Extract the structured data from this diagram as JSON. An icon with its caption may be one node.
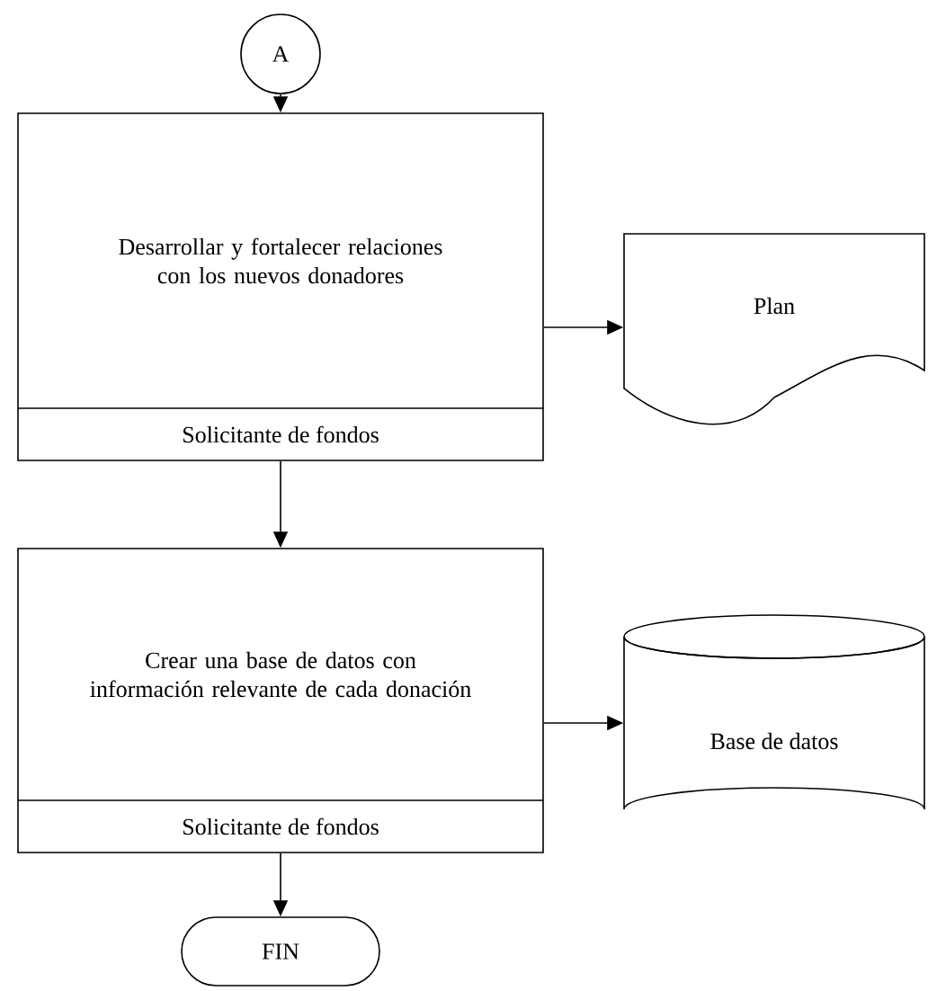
{
  "diagram": {
    "nodes": [
      {
        "text": [
          "A"
        ]
      },
      {
        "text": [
          "Desarrollar y fortalecer relaciones con los nuevos donadores",
          "Solicitante de fondos"
        ]
      },
      {
        "text": [
          "Plan"
        ]
      },
      {
        "text": [
          "Crear una base de datos con información relevante de cada donación",
          "Solicitante de fondos"
        ]
      },
      {
        "text": [
          "Base de datos"
        ]
      },
      {
        "text": [
          "FIN"
        ]
      }
    ],
    "edges": [
      {
        "from": 0,
        "to": 1,
        "arrow": "to"
      },
      {
        "from": 1,
        "to": 2,
        "arrow": "to"
      },
      {
        "from": 1,
        "to": 3,
        "arrow": "to"
      },
      {
        "from": 3,
        "to": 4,
        "arrow": "to"
      },
      {
        "from": 3,
        "to": 5,
        "arrow": "to"
      }
    ]
  }
}
